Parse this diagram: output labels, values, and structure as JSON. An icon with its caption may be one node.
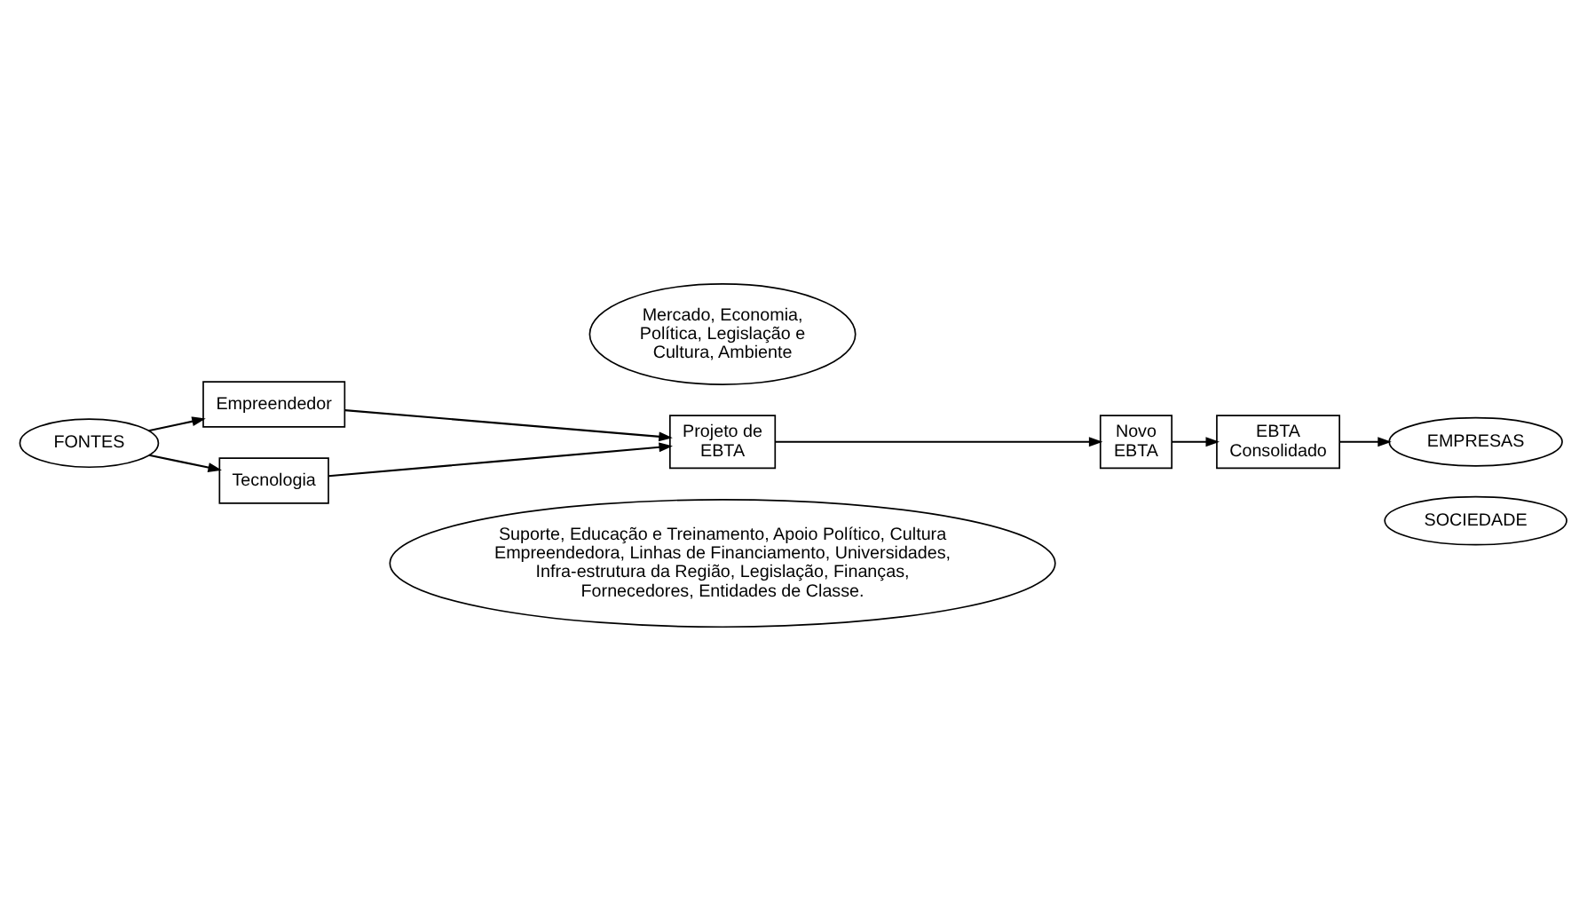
{
  "diagram": {
    "nodes": [
      {
        "text": [
          "FONTES"
        ]
      },
      {
        "text": [
          "Mercado, Economia, Política, Legislação e Cultura, Ambiente"
        ]
      },
      {
        "text": [
          "Empreendedor"
        ]
      },
      {
        "text": [
          "Tecnologia"
        ]
      },
      {
        "text": [
          "Projeto de EBTA"
        ]
      },
      {
        "text": [
          "Novo EBTA"
        ]
      },
      {
        "text": [
          "EBTA Consolidado"
        ]
      },
      {
        "text": [
          "EMPRESAS"
        ]
      },
      {
        "text": [
          "SOCIEDADE"
        ]
      },
      {
        "text": [
          "Suporte, Educação e Treinamento, Apoio Político, Cultura Empreendedora, Linhas de Financiamento, Universidades, Infra-estrutura da Região, Legislação, Finanças, Fornecedores, Entidades de Classe."
        ]
      }
    ],
    "edges": [
      {
        "from": 0,
        "to": 2,
        "arrow": "to"
      },
      {
        "from": 0,
        "to": 3,
        "arrow": "to"
      },
      {
        "from": 2,
        "to": 4,
        "arrow": "to"
      },
      {
        "from": 3,
        "to": 4,
        "arrow": "to"
      },
      {
        "from": 4,
        "to": 5,
        "arrow": "to"
      },
      {
        "from": 5,
        "to": 6,
        "arrow": "to"
      },
      {
        "from": 6,
        "to": 7,
        "arrow": "to"
      }
    ]
  }
}
